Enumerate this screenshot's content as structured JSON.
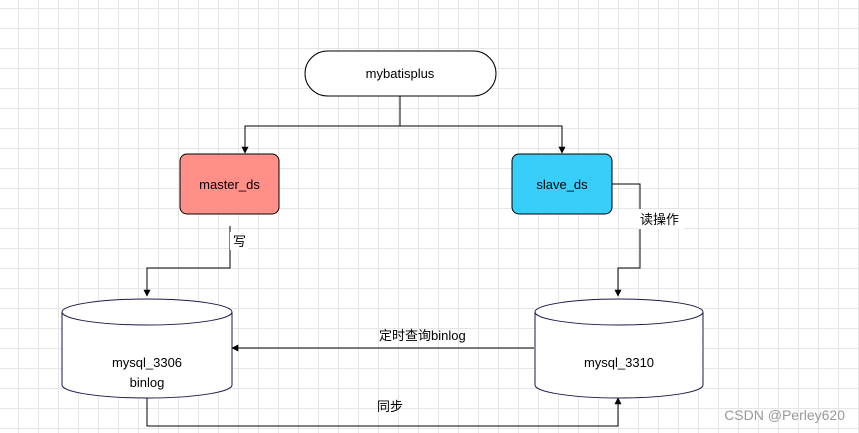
{
  "nodes": {
    "mybatisplus": {
      "label": "mybatisplus",
      "fill": "#ffffff"
    },
    "master_ds": {
      "label": "master_ds",
      "fill": "#ff8f87"
    },
    "slave_ds": {
      "label": "slave_ds",
      "fill": "#38cefa"
    },
    "mysql_3306": {
      "label_line1": "mysql_3306",
      "label_line2": "binlog"
    },
    "mysql_3310": {
      "label": "mysql_3310"
    }
  },
  "edges": {
    "write": {
      "label": "写"
    },
    "read": {
      "label": "读操作"
    },
    "query_binlog": {
      "label": "定时查询binlog"
    },
    "sync": {
      "label": "同步"
    }
  },
  "watermark": "CSDN @Perley620"
}
